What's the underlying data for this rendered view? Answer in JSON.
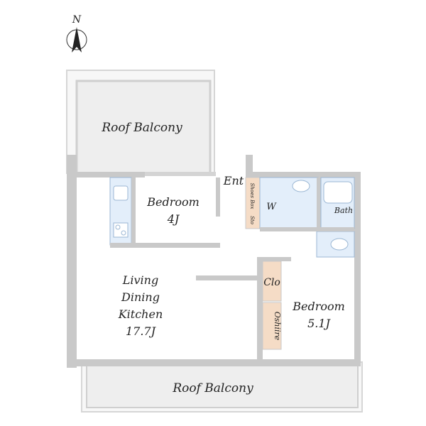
{
  "compass": {
    "label": "N"
  },
  "rooms": {
    "roof_balcony_top": "Roof Balcony",
    "roof_balcony_bottom": "Roof Balcony",
    "entrance": "Ent",
    "bedroom_small": {
      "name": "Bedroom",
      "size": "4J"
    },
    "ldk": {
      "line1": "Living",
      "line2": "Dining",
      "line3": "Kitchen",
      "size": "17.7J"
    },
    "bedroom_large": {
      "name": "Bedroom",
      "size": "5.1J"
    },
    "washroom": "W",
    "bath": "Bath",
    "closet": "Clo",
    "oshiire": "Oshiire",
    "shoes_box": "Shoes Box",
    "storage": "Sto"
  },
  "colors": {
    "wall": "#c9c9c9",
    "wet_area": "#e3eefa",
    "wet_fixture": "#b9d3ec",
    "closet_fill": "#f5dcc6",
    "balcony_fill": "#f1f1f1",
    "balcony_border": "#d6d6d6"
  }
}
